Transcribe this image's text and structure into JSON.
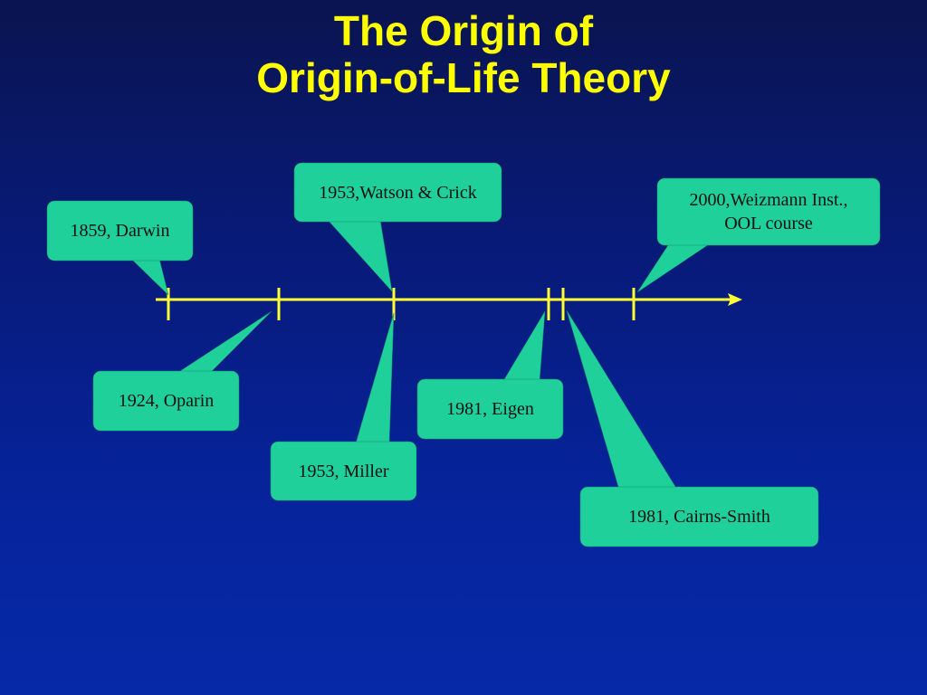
{
  "title": {
    "line1": "The Origin of",
    "line2": "Origin-of-Life Theory"
  },
  "colors": {
    "background_top": "#0a1450",
    "background_bottom": "#0629a8",
    "title": "#ffff00",
    "timeline": "#ffff33",
    "callout_fill": "#1fd09a",
    "callout_text": "#101010"
  },
  "events": [
    {
      "id": "darwin",
      "label": "1859, Darwin",
      "year": 1859
    },
    {
      "id": "oparin",
      "label": "1924, Oparin",
      "year": 1924
    },
    {
      "id": "watson-crick",
      "label": "1953,Watson & Crick",
      "year": 1953
    },
    {
      "id": "miller",
      "label": "1953, Miller",
      "year": 1953
    },
    {
      "id": "eigen",
      "label": "1981, Eigen",
      "year": 1981
    },
    {
      "id": "cairns-smith",
      "label": "1981, Cairns-Smith",
      "year": 1981
    },
    {
      "id": "weizmann",
      "label": "2000,Weizmann Inst.,\nOOL course",
      "year": 2000
    }
  ]
}
